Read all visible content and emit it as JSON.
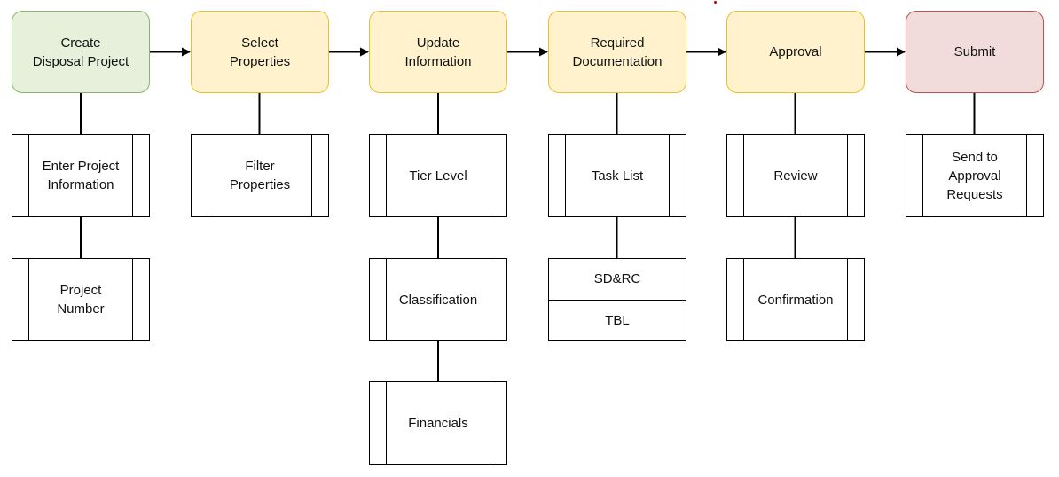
{
  "colors": {
    "create": {
      "fill": "#e6f0da",
      "stroke": "#85b86b"
    },
    "process": {
      "fill": "#fff2cc",
      "stroke": "#e6c228"
    },
    "submit": {
      "fill": "#f2dcdb",
      "stroke": "#c0504d"
    },
    "line": "#000000"
  },
  "stages": [
    {
      "label": "Create\nDisposal Project",
      "color": "create"
    },
    {
      "label": "Select\nProperties",
      "color": "process"
    },
    {
      "label": "Update\nInformation",
      "color": "process"
    },
    {
      "label": "Required\nDocumentation",
      "color": "process"
    },
    {
      "label": "Approval",
      "color": "process"
    },
    {
      "label": "Submit",
      "color": "submit"
    }
  ],
  "subprocesses": {
    "create_disposal_project": [
      "Enter Project\nInformation",
      "Project\nNumber"
    ],
    "select_properties": [
      "Filter\nProperties"
    ],
    "update_information": [
      "Tier Level",
      "Classification",
      "Financials"
    ],
    "required_documentation": {
      "task": "Task List",
      "documents": [
        "SD&RC",
        "TBL"
      ]
    },
    "approval": [
      "Review",
      "Confirmation"
    ],
    "submit": [
      "Send to\nApproval\nRequests"
    ]
  }
}
